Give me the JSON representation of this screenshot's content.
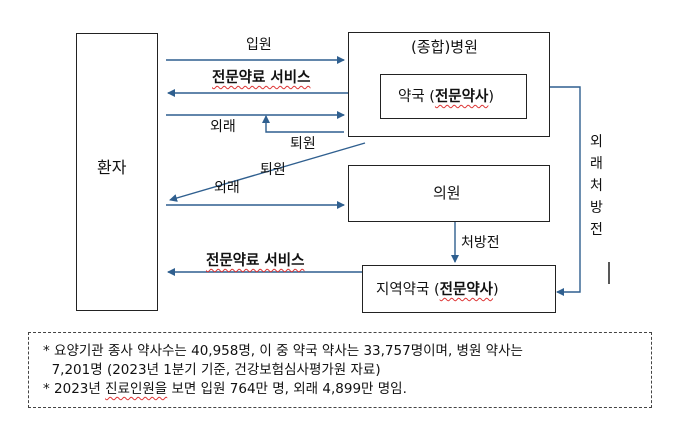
{
  "nodes": {
    "patient": "환자",
    "hospital": "(종합)병원",
    "hospital_pharmacy_prefix": "약국 (",
    "hospital_pharmacy_bold": "전문약사",
    "hospital_pharmacy_suffix": ")",
    "clinic": "의원",
    "community_pharmacy_prefix": "지역약국 (",
    "community_pharmacy_bold": "전문약사",
    "community_pharmacy_suffix": ")"
  },
  "edges": {
    "admission": "입원",
    "specialty_service_1": "전문약료 서비스",
    "outpatient_1": "외래",
    "discharge_1": "퇴원",
    "discharge_2": "퇴원",
    "outpatient_2": "외래",
    "prescription": "처방전",
    "specialty_service_2": "전문약료 서비스",
    "outpatient_prescription_chars": [
      "외",
      "래",
      "처",
      "방",
      "전"
    ]
  },
  "notes": {
    "line1": "* 요양기관 종사 약사수는 40,958명, 이 중 약국 약사는 33,757명이며, 병원 약사는",
    "line2": "  7,201명 (2023년 1분기 기준, 건강보험심사평가원 자료)",
    "line3_prefix": "* 2023년 ",
    "line3_underlined": "진료인원을",
    "line3_suffix": " 보면 입원 764만 명, 외래 4,899만 명임."
  },
  "colors": {
    "arrow": "#2f5f8f",
    "box_border": "#222222",
    "squiggle": "#dd3333"
  }
}
